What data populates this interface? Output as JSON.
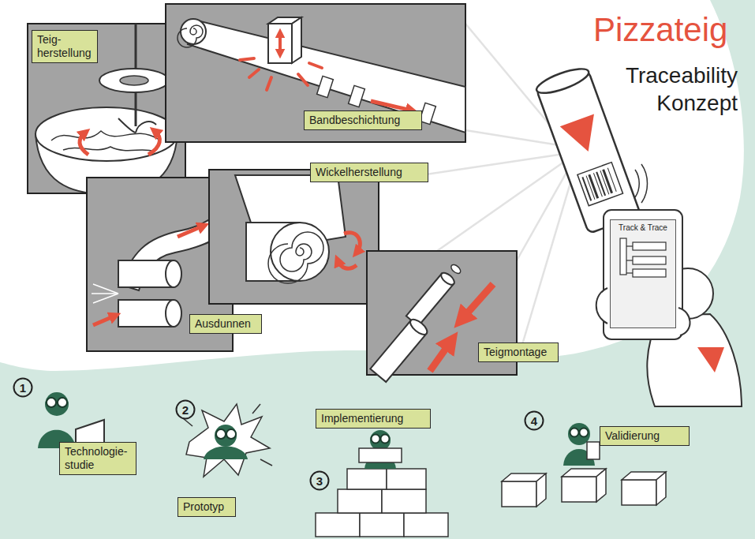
{
  "diagram": {
    "title": "Pizzateig",
    "nodes": [
      {
        "text": [
          "Teig- herstellung"
        ]
      },
      {
        "text": [
          "Bandbeschichtung"
        ]
      },
      {
        "text": [
          "Wickelherstellung"
        ]
      },
      {
        "text": [
          "Ausdunnen"
        ]
      },
      {
        "text": [
          "Teigmontage"
        ]
      },
      {
        "text": [
          "Track & Trace"
        ]
      },
      {
        "text": [
          "1"
        ]
      },
      {
        "text": [
          "Technologie- studie"
        ]
      },
      {
        "text": [
          "2"
        ]
      },
      {
        "text": [
          "Prototyp"
        ]
      },
      {
        "text": [
          "Implementierung"
        ]
      },
      {
        "text": [
          "3"
        ]
      },
      {
        "text": [
          "4"
        ]
      },
      {
        "text": [
          "Validierung"
        ]
      }
    ],
    "labels": [
      "Traceability Konzept"
    ]
  }
}
